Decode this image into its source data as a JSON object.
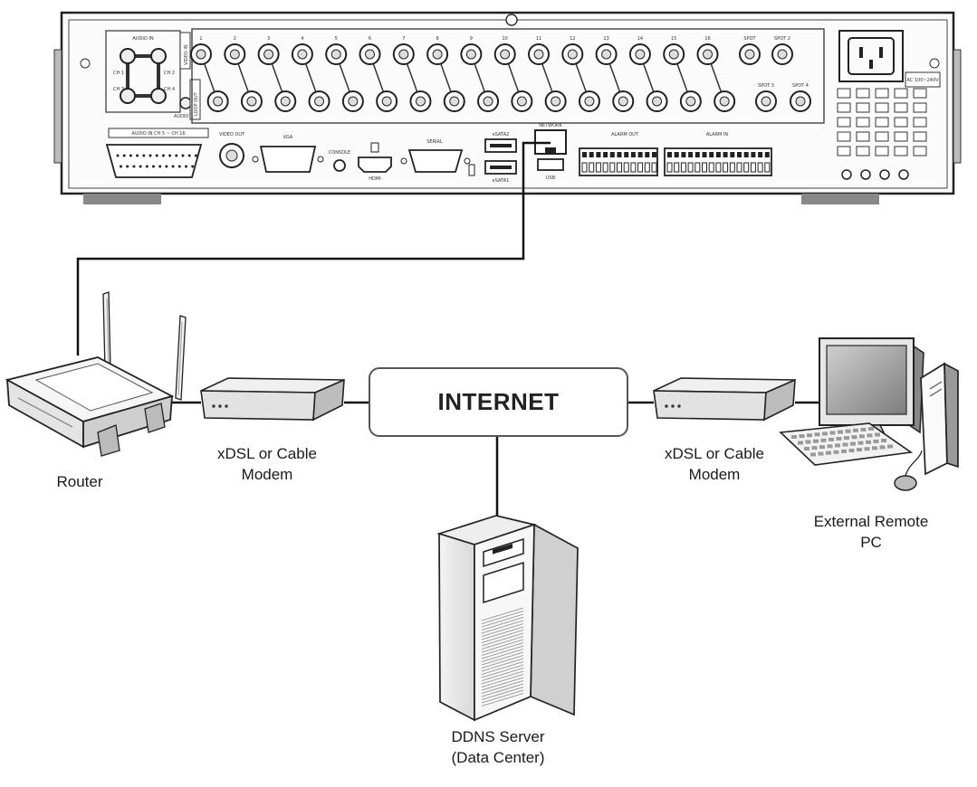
{
  "diagram": {
    "labels": {
      "internet": "INTERNET",
      "router": "Router",
      "modem_left": [
        "xDSL or Cable",
        "Modem"
      ],
      "modem_right": [
        "xDSL or Cable",
        "Modem"
      ],
      "remote_pc": [
        "External Remote",
        "PC"
      ],
      "ddns_server": [
        "DDNS Server",
        "(Data Center)"
      ]
    },
    "dvr_panel": {
      "channel_numbers": [
        "1",
        "2",
        "3",
        "4",
        "5",
        "6",
        "7",
        "8",
        "9",
        "10",
        "11",
        "12",
        "13",
        "14",
        "15",
        "16"
      ],
      "spot_labels": [
        "SPOT",
        "SPOT 2",
        "SPOT 3",
        "SPOT 4"
      ],
      "audio_in_label": "AUDIO IN",
      "audio_ch_labels": [
        "CH 1",
        "CH 2",
        "CH 3",
        "CH 4"
      ],
      "audio_out_label": "AUDIO OUT",
      "video_in_label": "VIDEO IN",
      "loop_out_label": "LOOP OUT",
      "audio_in_bus_label": "AUDIO IN CH 5 ~ CH 16",
      "video_out_label": "VIDEO OUT",
      "vga_label": "VGA",
      "console_label": "CONSOLE",
      "hdmi_label": "HDMI",
      "serial_label": "SERIAL",
      "esata2_label": "eSATA2",
      "esata1_label": "eSATA1",
      "network_label": "NETWORK",
      "usb_label": "USB",
      "alarm_out_label": "ALARM OUT",
      "alarm_in_label": "ALARM IN",
      "power_label": "AC 100~240V"
    }
  }
}
